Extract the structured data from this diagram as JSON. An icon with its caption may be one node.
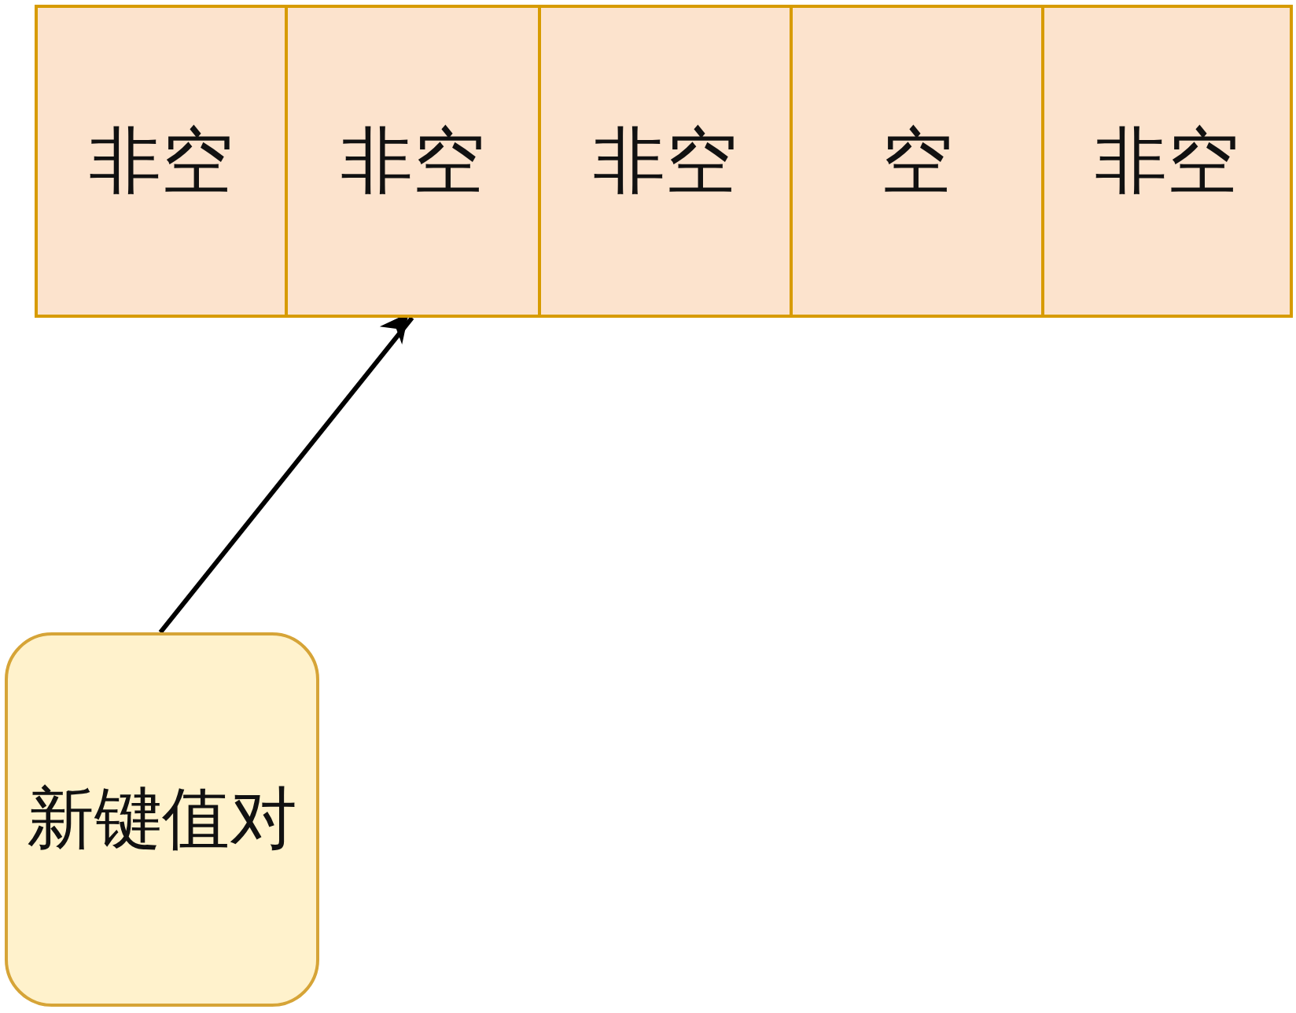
{
  "diagram": {
    "nodes": [
      {
        "text": [
          "非空"
        ]
      },
      {
        "text": [
          "非空"
        ]
      },
      {
        "text": [
          "非空"
        ]
      },
      {
        "text": [
          "空"
        ]
      },
      {
        "text": [
          "非空"
        ]
      },
      {
        "text": [
          "新键值对"
        ]
      }
    ],
    "edges": [
      {
        "from": 5,
        "to": 1,
        "arrow": "to"
      }
    ]
  }
}
